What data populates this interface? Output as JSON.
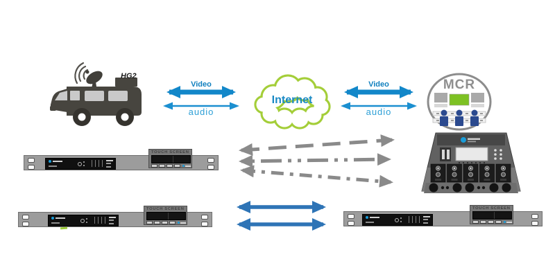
{
  "nodes": {
    "van": {
      "label": "HG2",
      "description": "OB van with satellite uplink"
    },
    "internet": {
      "label": "Internet"
    },
    "mcr": {
      "label": "MCR",
      "description": "master control room"
    }
  },
  "links": {
    "left": {
      "video": "Video",
      "audio": "audio"
    },
    "right": {
      "video": "Video",
      "audio": "audio"
    }
  },
  "racks": [
    {
      "touchscreen": "TOUCH SCREEN"
    },
    {
      "touchscreen": "TOUCH SCREEN"
    },
    {
      "touchscreen": "TOUCH SCREEN"
    }
  ],
  "connections": {
    "racks_to_mixer": {
      "count": 3,
      "style": "dashed",
      "color": "#8a8a8a",
      "bidirectional": true
    },
    "rack_to_rack": {
      "count": 2,
      "style": "solid",
      "color": "#2e74b6",
      "bidirectional": true
    }
  },
  "colors": {
    "video_arrow": "#1287c9",
    "audio_arrow": "#1b8fd0",
    "video_text": "#1180bf",
    "audio_text": "#2d9fd6",
    "cloud_outline": "#a4ce39",
    "internet_text": "#1989c4",
    "mcr_outline": "#8c8c8c",
    "mcr_screen_green": "#7dc123",
    "mcr_person_blue": "#2b4a8f",
    "van_body": "#47453f",
    "rack_body": "#9c9c9c",
    "dashed_arrow": "#8a8a8a",
    "solid_blue_arrow": "#2e74b6"
  }
}
